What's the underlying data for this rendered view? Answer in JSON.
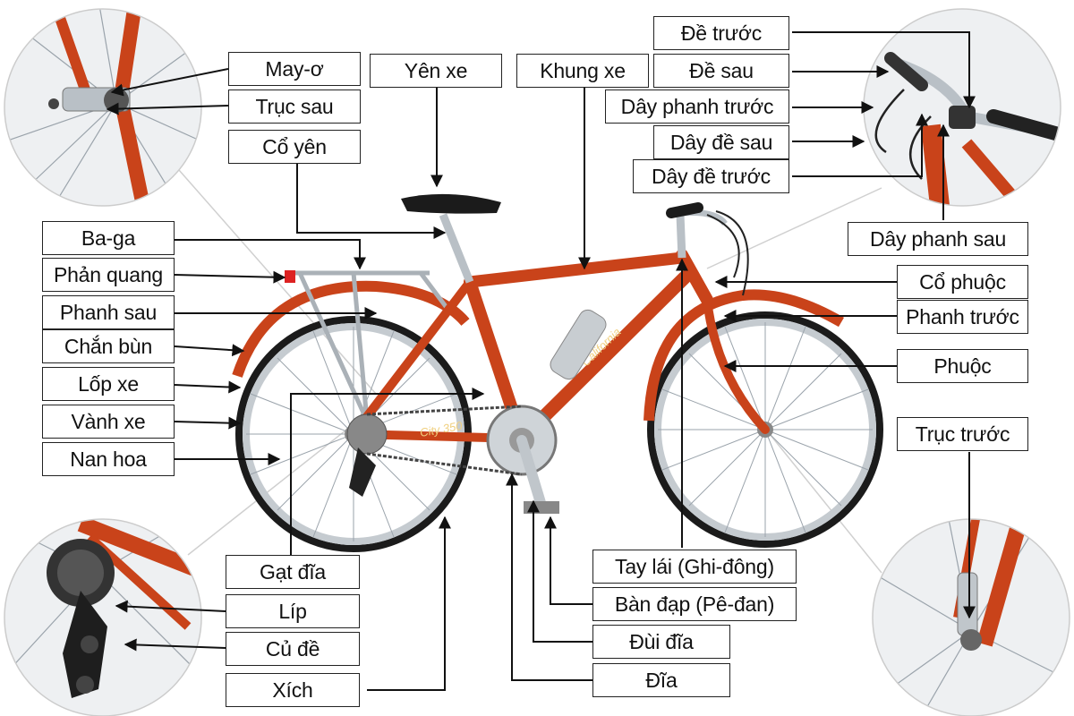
{
  "labels": {
    "may_o": "May-ơ",
    "truc_sau": "Trục sau",
    "co_yen": "Cổ yên",
    "yen_xe": "Yên xe",
    "khung_xe": "Khung xe",
    "de_truoc": "Đề trước",
    "de_sau": "Đề sau",
    "day_phanh_truoc": "Dây phanh trước",
    "day_de_sau": "Dây đề sau",
    "day_de_truoc": "Dây đề trước",
    "day_phanh_sau": "Dây phanh sau",
    "ba_ga": "Ba-ga",
    "phan_quang": "Phản quang",
    "phanh_sau": "Phanh sau",
    "chan_bun": "Chắn bùn",
    "lop_xe": "Lốp xe",
    "vanh_xe": "Vành xe",
    "nan_hoa": "Nan hoa",
    "co_phuoc": "Cổ phuộc",
    "phanh_truoc": "Phanh trước",
    "phuoc": "Phuộc",
    "truc_truoc": "Trục trước",
    "gat_dia": "Gạt đĩa",
    "lip": "Líp",
    "cu_de": "Củ đề",
    "xich": "Xích",
    "tay_lai": "Tay lái (Ghi-đông)",
    "ban_dap": "Bàn đạp (Pê-đan)",
    "dui_dia": "Đùi đĩa",
    "dia": "Đĩa"
  },
  "frame_text": {
    "down_tube": "City 350",
    "top_tube_brand": "California"
  },
  "colors": {
    "frame": "#c9431a",
    "label_border": "#222222",
    "arrow": "#111111"
  }
}
